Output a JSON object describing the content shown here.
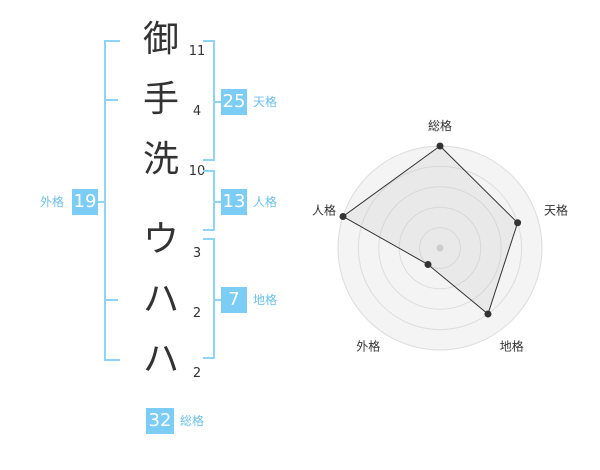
{
  "name": {
    "characters": [
      {
        "char": "御",
        "strokes": "11"
      },
      {
        "char": "手",
        "strokes": "4"
      },
      {
        "char": "洗",
        "strokes": "10"
      },
      {
        "char": "ウ",
        "strokes": "3"
      },
      {
        "char": "ハ",
        "strokes": "2"
      },
      {
        "char": "ハ",
        "strokes": "2"
      }
    ]
  },
  "kaku": {
    "tenkaku": {
      "value": "25",
      "label": "天格"
    },
    "jinkaku": {
      "value": "13",
      "label": "人格"
    },
    "chikaku": {
      "value": "7",
      "label": "地格"
    },
    "gaikaku": {
      "value": "19",
      "label": "外格"
    },
    "soukaku": {
      "value": "32",
      "label": "総格"
    }
  },
  "colors": {
    "accent": "#7ccdf5",
    "bracket": "#8fd4f7",
    "label": "#6cc0ea"
  },
  "chart_data": {
    "type": "radar",
    "axes": [
      "総格",
      "天格",
      "地格",
      "外格",
      "人格"
    ],
    "values": [
      5,
      4,
      4,
      1,
      5
    ],
    "max": 5,
    "rings": 5
  }
}
